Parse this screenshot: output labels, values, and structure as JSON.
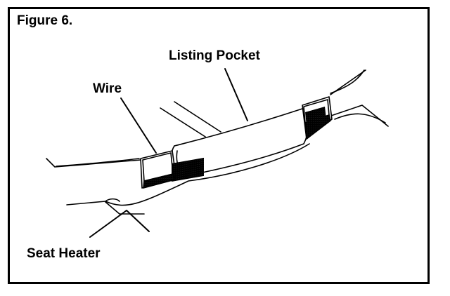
{
  "figure": {
    "title": "Figure 6."
  },
  "callouts": {
    "listing_pocket": "Listing Pocket",
    "wire": "Wire",
    "seat_heater": "Seat Heater"
  },
  "colors": {
    "ink": "#000000",
    "paper": "#ffffff"
  }
}
